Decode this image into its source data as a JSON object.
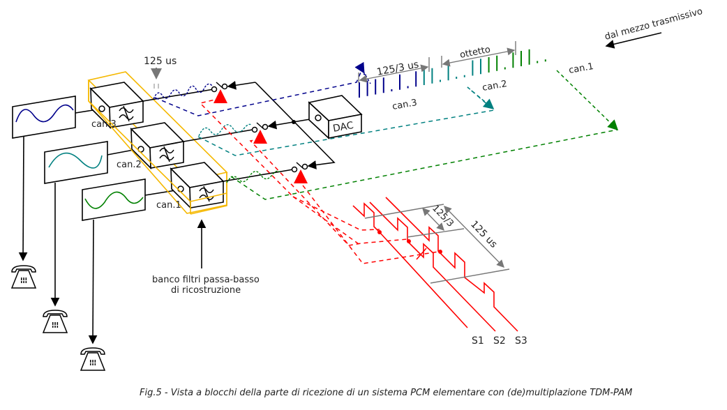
{
  "labels": {
    "source": "dal mezzo trasmissivo",
    "octet": "ottetto",
    "slot_period": "125/3 us",
    "frame_period_top": "125 us",
    "ch1_stream": "can.1",
    "ch2_stream": "can.2",
    "ch3_stream": "can.3",
    "dac": "DAC",
    "filter_ch1": "can.1",
    "filter_ch2": "can.2",
    "filter_ch3": "can.3",
    "bank_line1": "banco filtri passa-basso",
    "bank_line2": "di ricostruzione",
    "slot_period_short": "125/3",
    "frame_period_side": "125 us",
    "s1": "S1",
    "s2": "S2",
    "s3": "S3"
  },
  "caption": "Fig.5 - Vista a blocchi della parte di ricezione di un sistema PCM elementare con (de)multiplazione TDM-PAM",
  "channels": [
    {
      "name": "can.1",
      "color": "#008000",
      "bits": [
        1,
        1,
        0,
        1,
        1,
        1,
        0,
        0
      ]
    },
    {
      "name": "can.2",
      "color": "#008080",
      "bits": [
        1,
        1,
        0,
        1,
        0,
        0,
        1,
        1
      ]
    },
    {
      "name": "can.3",
      "color": "#00008b",
      "bits": [
        1,
        1,
        1,
        1,
        0,
        1,
        0,
        1
      ]
    }
  ],
  "colors": {
    "filter_bank": "#f5b800",
    "sync": "#ff0000",
    "dimension": "#777777"
  },
  "icons": {
    "phone": "telephone-icon",
    "filter": "lowpass-filter-icon"
  }
}
